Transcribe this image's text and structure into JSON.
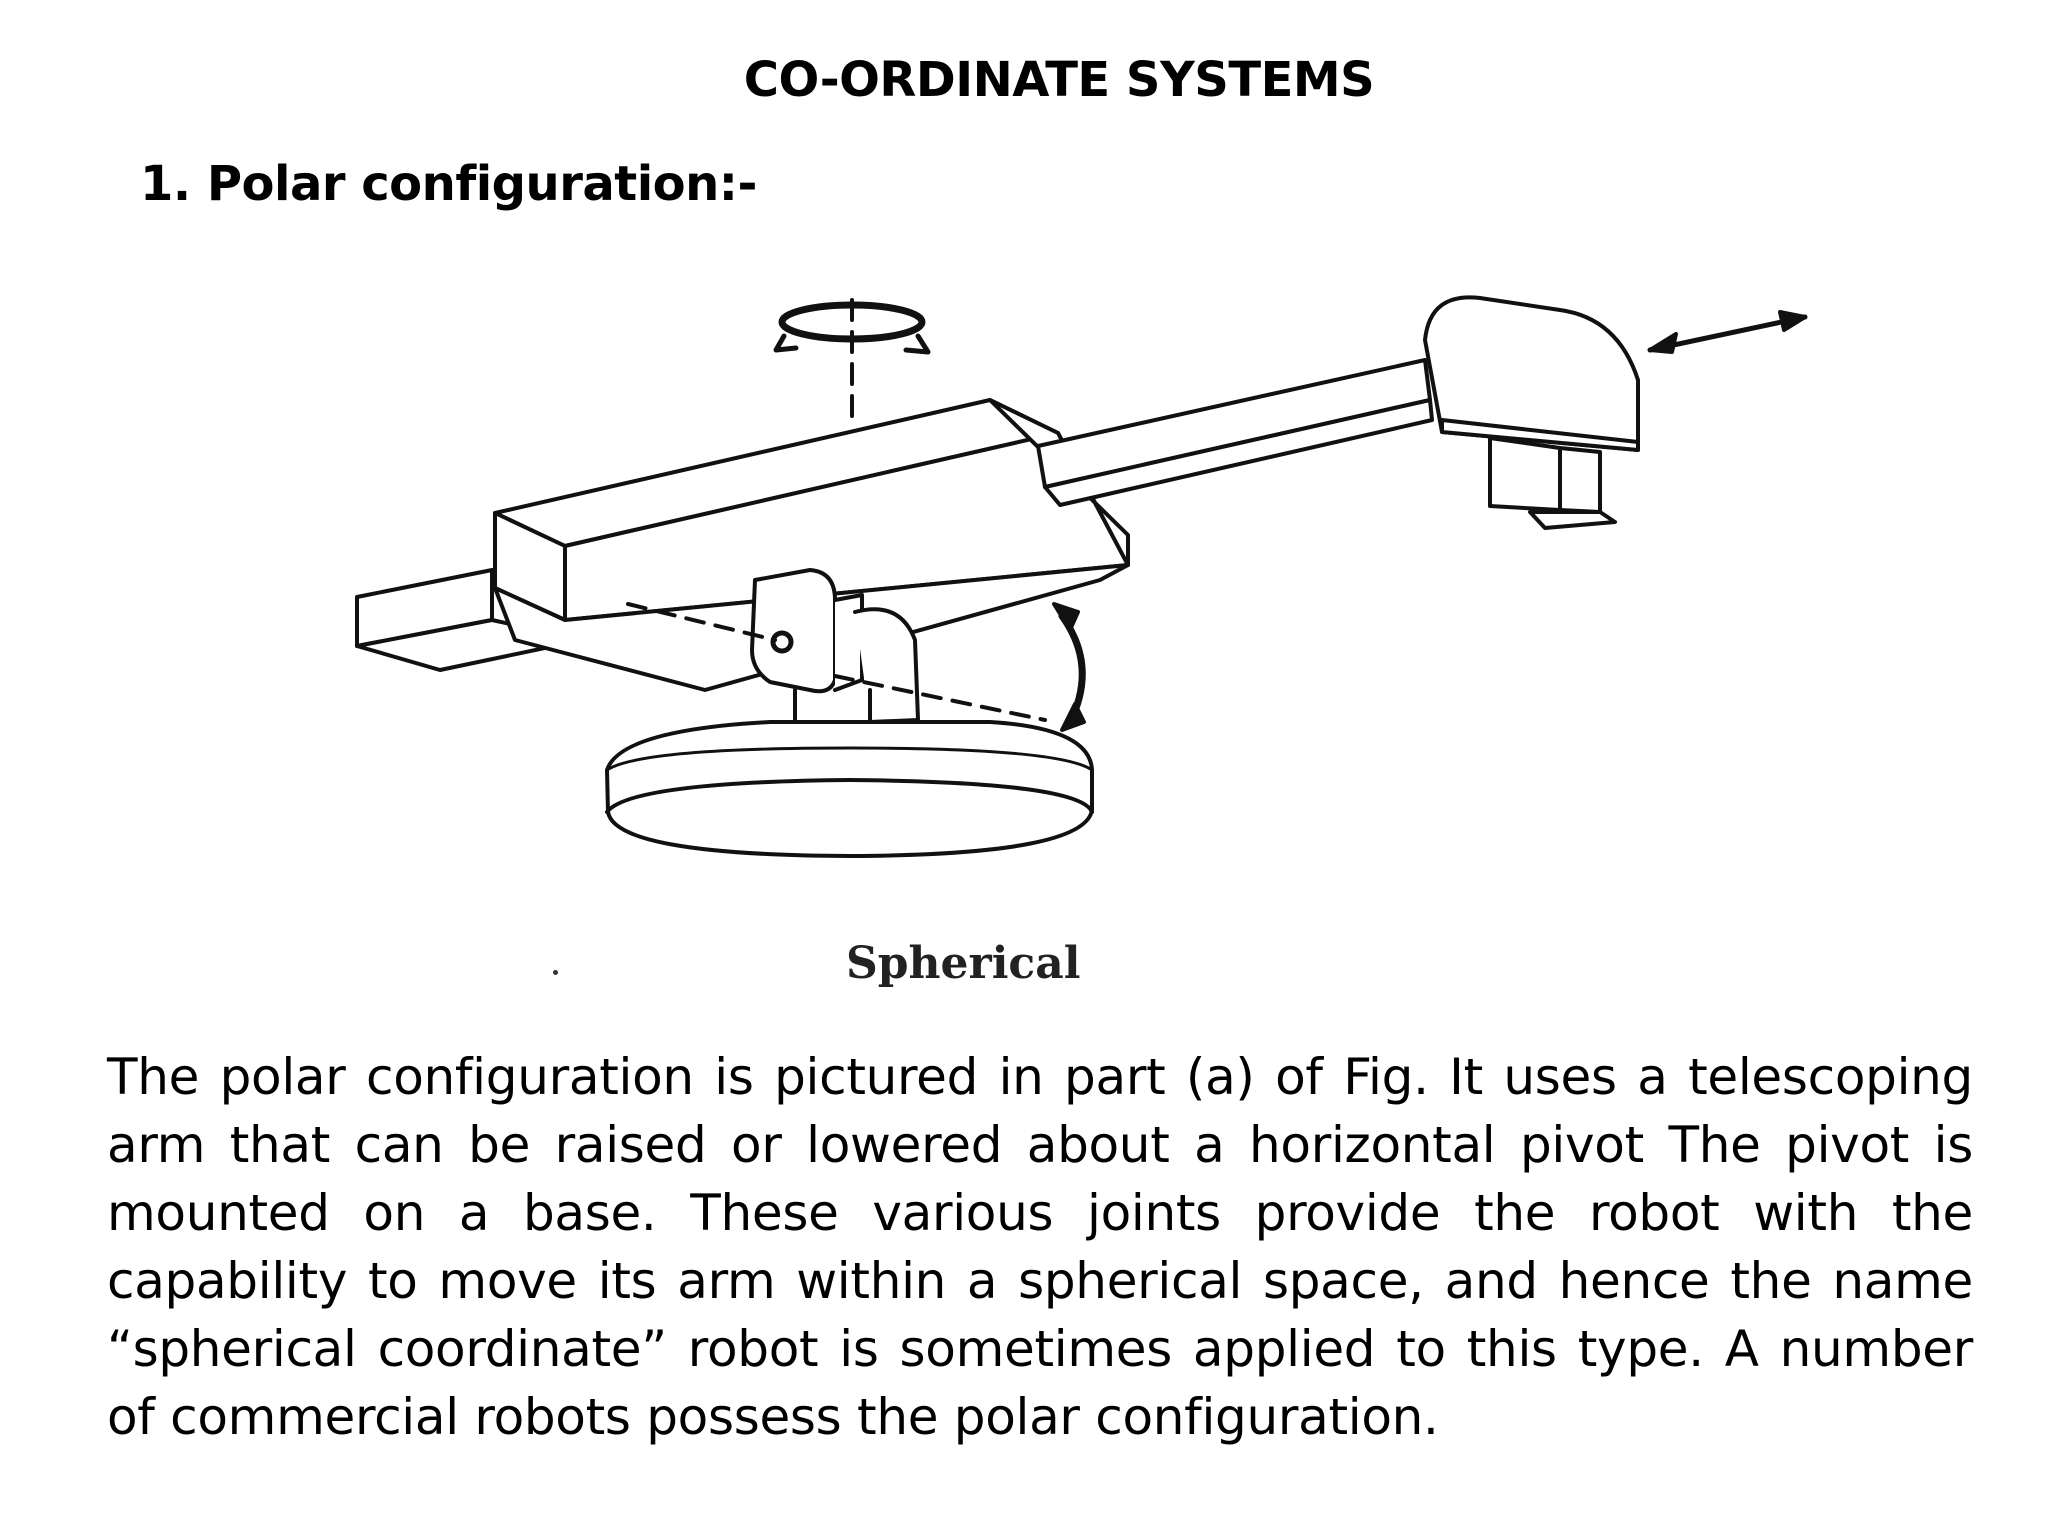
{
  "slide": {
    "title": "CO-ORDINATE SYSTEMS",
    "section_heading": "1. Polar configuration:-"
  },
  "figure": {
    "caption": "Spherical"
  },
  "body": {
    "paragraph": "The polar configuration is pictured in part (a) of Fig. It uses a telescoping arm that can be raised or lowered about a horizontal pivot The pivot is mounted on a base. These various joints provide the robot with the capability to move its arm within a spherical space, and hence the name “spherical coordinate” robot is sometimes applied to this type. A number of commercial robots possess the polar configuration."
  }
}
